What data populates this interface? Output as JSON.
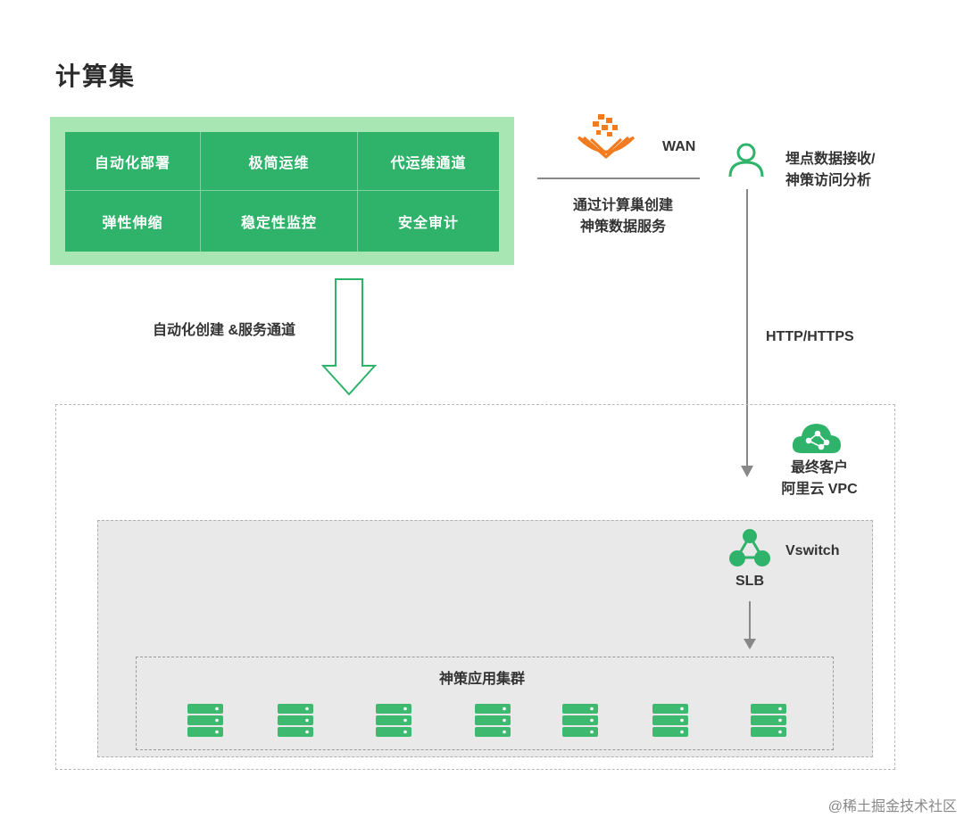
{
  "title": "计算集",
  "features": [
    [
      "自动化部署",
      "极简运维",
      "代运维通道"
    ],
    [
      "弹性伸缩",
      "稳定性监控",
      "安全审计"
    ]
  ],
  "wan_label": "WAN",
  "wan_caption": [
    "通过计算巢创建",
    "神策数据服务"
  ],
  "receiver_label": [
    "埋点数据接收/",
    "神策访问分析"
  ],
  "arrow_left_label": "自动化创建 &服务通道",
  "http_label": "HTTP/HTTPS",
  "vpc_label": [
    "最终客户",
    "阿里云 VPC"
  ],
  "vswitch_label": "Vswitch",
  "slb_label": "SLB",
  "cluster_title": "神策应用集群",
  "server_count": 7,
  "watermark": "@稀土掘金技术社区",
  "colors": {
    "green": "#2fb36a",
    "light_green": "#a8e6b4",
    "orange": "#f27b1f",
    "line_gray": "#888888"
  },
  "icons": [
    "aliyun-logo-icon",
    "user-icon",
    "cloud-icon",
    "slb-network-icon",
    "server-icon"
  ]
}
